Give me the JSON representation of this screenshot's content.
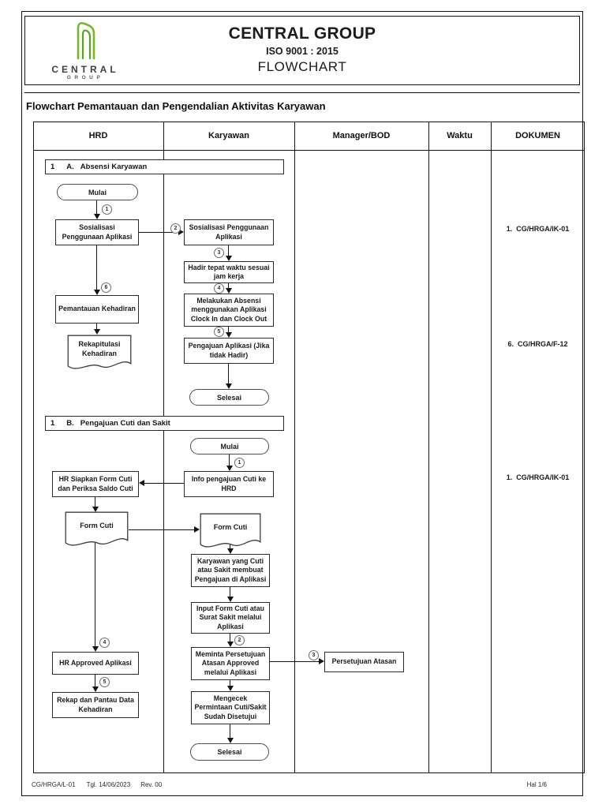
{
  "header": {
    "company": "CENTRAL GROUP",
    "iso": "ISO 9001 : 2015",
    "doc_type": "FLOWCHART",
    "logo_text": "CENTRAL",
    "logo_subtext": "GROUP",
    "logo_color": "#76b82a"
  },
  "title": "Flowchart Pemantauan dan Pengendalian Aktivitas Karyawan",
  "table": {
    "columns": [
      "HRD",
      "Karyawan",
      "Manager/BOD",
      "Waktu",
      "DOKUMEN"
    ]
  },
  "sections": {
    "a": {
      "num": "1",
      "letter": "A.",
      "title": "Absensi Karyawan"
    },
    "b": {
      "num": "1",
      "letter": "B.",
      "title": "Pengajuan Cuti dan Sakit"
    }
  },
  "badges": {
    "n1": "1",
    "n2": "2",
    "n3": "3",
    "n4": "4",
    "n5": "5",
    "n6": "6"
  },
  "nodes": {
    "a_mulai": "Mulai",
    "a_sos_hrd": "Sosialisasi Penggunaan Aplikasi",
    "a_sos_kar": "Sosialisasi Penggunaan Aplikasi",
    "a_hadir": "Hadir tepat waktu sesuai jam kerja",
    "a_absensi": "Melakukan Absensi menggunakan Aplikasi Clock In dan Clock Out",
    "a_pengajuan": "Pengajuan Aplikasi (Jika tidak Hadir)",
    "a_pemantauan": "Pemantauan Kehadiran",
    "a_rekap_doc": "Rekapitulasi Kehadiran",
    "a_selesai": "Selesai",
    "b_mulai": "Mulai",
    "b_info": "Info pengajuan Cuti ke HRD",
    "b_hr_siapkan": "HR Siapkan Form Cuti dan Periksa Saldo Cuti",
    "b_form_hrd": "Form Cuti",
    "b_form_kar": "Form Cuti",
    "b_karyawan_cuti": "Karyawan yang Cuti atau Sakit membuat Pengajuan di Aplikasi",
    "b_input": "Input Form Cuti atau Surat Sakit melalui Aplikasi",
    "b_meminta": "Meminta Persetujuan Atasan Approved melalui Aplikasi",
    "b_persetujuan": "Persetujuan Atasan",
    "b_mengecek": "Mengecek Permintaan Cuti/Sakit Sudah Disetujui",
    "b_selesai": "Selesai",
    "b_hr_approved": "HR Approved Aplikasi",
    "b_rekap_pantau": "Rekap dan Pantau Data Kehadiran"
  },
  "dokumen": {
    "a1": "1.  CG/HRGA/IK-01",
    "a2": "6.  CG/HRGA/F-12",
    "b1": "1.  CG/HRGA/IK-01"
  },
  "footer": {
    "doc_code": "CG/HRGA/L-01",
    "date": "Tgl. 14/06/2023",
    "rev": "Rev. 00",
    "page": "Hal 1/6"
  }
}
